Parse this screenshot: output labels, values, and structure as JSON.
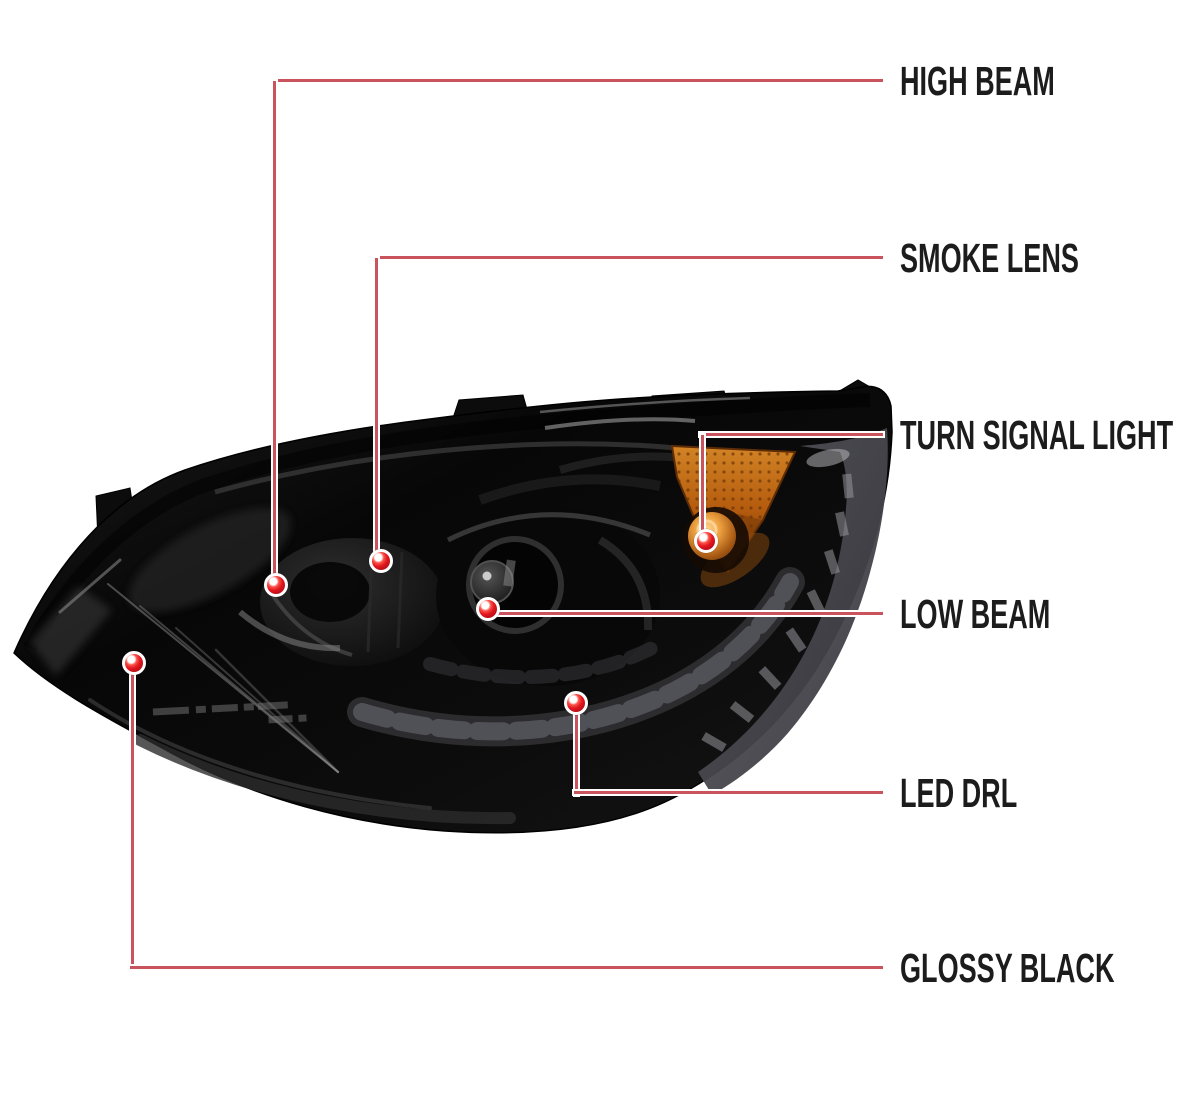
{
  "callouts": [
    {
      "id": "high-beam",
      "label": "HIGH BEAM"
    },
    {
      "id": "smoke-lens",
      "label": "SMOKE LENS"
    },
    {
      "id": "turn-signal-light",
      "label": "TURN SIGNAL LIGHT"
    },
    {
      "id": "low-beam",
      "label": "LOW BEAM"
    },
    {
      "id": "led-drl",
      "label": "LED DRL"
    },
    {
      "id": "glossy-black",
      "label": "GLOSSY BLACK"
    }
  ],
  "colors": {
    "background": "#ffffff",
    "callout_line": "#c9545e",
    "marker_red": "#e4161f",
    "label_text": "#1c1c1c",
    "housing_black": "#0a0a0a",
    "turn_signal_amber": "#b55c0e"
  }
}
